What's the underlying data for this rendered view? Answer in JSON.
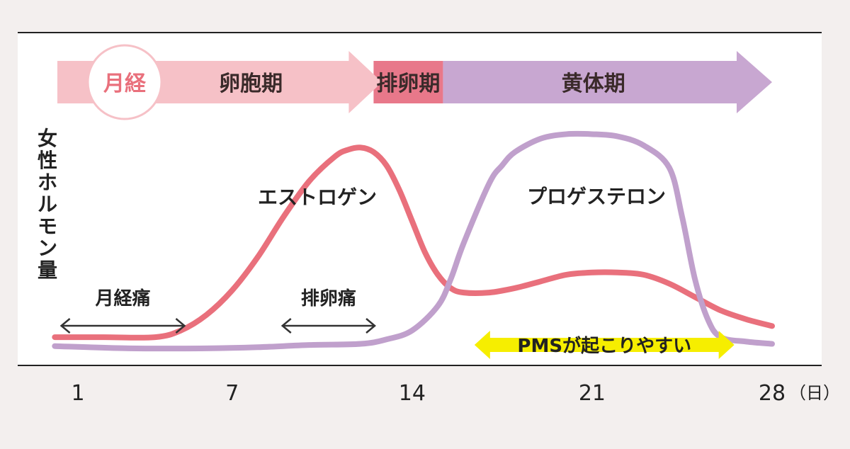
{
  "chart_data": {
    "type": "line",
    "x_ticks": [
      {
        "day": 1,
        "label": "1"
      },
      {
        "day": 7,
        "label": "7"
      },
      {
        "day": 14,
        "label": "14"
      },
      {
        "day": 21,
        "label": "21"
      },
      {
        "day": 28,
        "label": "28"
      }
    ],
    "x_unit": "（日）",
    "ylabel": "女性ホルモン量",
    "xlim": [
      1,
      28
    ],
    "ylim": [
      0,
      100
    ],
    "series": [
      {
        "name": "エストロゲン",
        "color": "#e9707c",
        "x": [
          0.1,
          2,
          4,
          5,
          6,
          7,
          8,
          9,
          10,
          11,
          11.5,
          12,
          12.5,
          13,
          13.5,
          14,
          14.5,
          15,
          15.5,
          16,
          17,
          18,
          19,
          20,
          21,
          22,
          23,
          24,
          25,
          26,
          27,
          28
        ],
        "y": [
          6,
          6,
          6,
          9,
          16,
          27,
          42,
          60,
          76,
          87,
          90,
          91,
          89,
          83,
          72,
          58,
          44,
          34,
          28,
          26,
          26,
          28,
          31,
          34,
          35,
          35,
          34,
          30,
          24,
          18,
          14,
          11
        ]
      },
      {
        "name": "プロゲステロン",
        "color": "#c0a0cc",
        "x": [
          0.1,
          3,
          6,
          8,
          10,
          12,
          13,
          14,
          15,
          15.5,
          16,
          17,
          17.5,
          18,
          19,
          20,
          21,
          22,
          23,
          24,
          24.5,
          25,
          25.5,
          26,
          27,
          28
        ],
        "y": [
          2,
          1,
          1,
          1.5,
          2.5,
          3,
          5,
          9,
          20,
          32,
          48,
          75,
          83,
          89,
          95,
          97,
          97,
          96,
          92,
          82,
          60,
          32,
          14,
          6,
          4,
          3
        ]
      }
    ],
    "phases": [
      {
        "label": "月経",
        "start": 0.2,
        "end": 2.2,
        "style": "circle"
      },
      {
        "label": "卵胞期",
        "start": 0.2,
        "end": 12.5,
        "color": "#f6c1c7"
      },
      {
        "label": "排卵期",
        "start": 12.5,
        "end": 15.2,
        "color": "#e8788a"
      },
      {
        "label": "黄体期",
        "start": 15.2,
        "end": 28,
        "color": "#c8a7d1"
      }
    ],
    "annotations": [
      {
        "label": "月経痛",
        "start": 0.3,
        "end": 5.2,
        "color": "#333333"
      },
      {
        "label": "排卵痛",
        "start": 8.9,
        "end": 12.6,
        "color": "#333333"
      },
      {
        "label": "PMSが起こりやすい",
        "start": 16.7,
        "end": 26.2,
        "color": "#f6ee00"
      }
    ]
  }
}
